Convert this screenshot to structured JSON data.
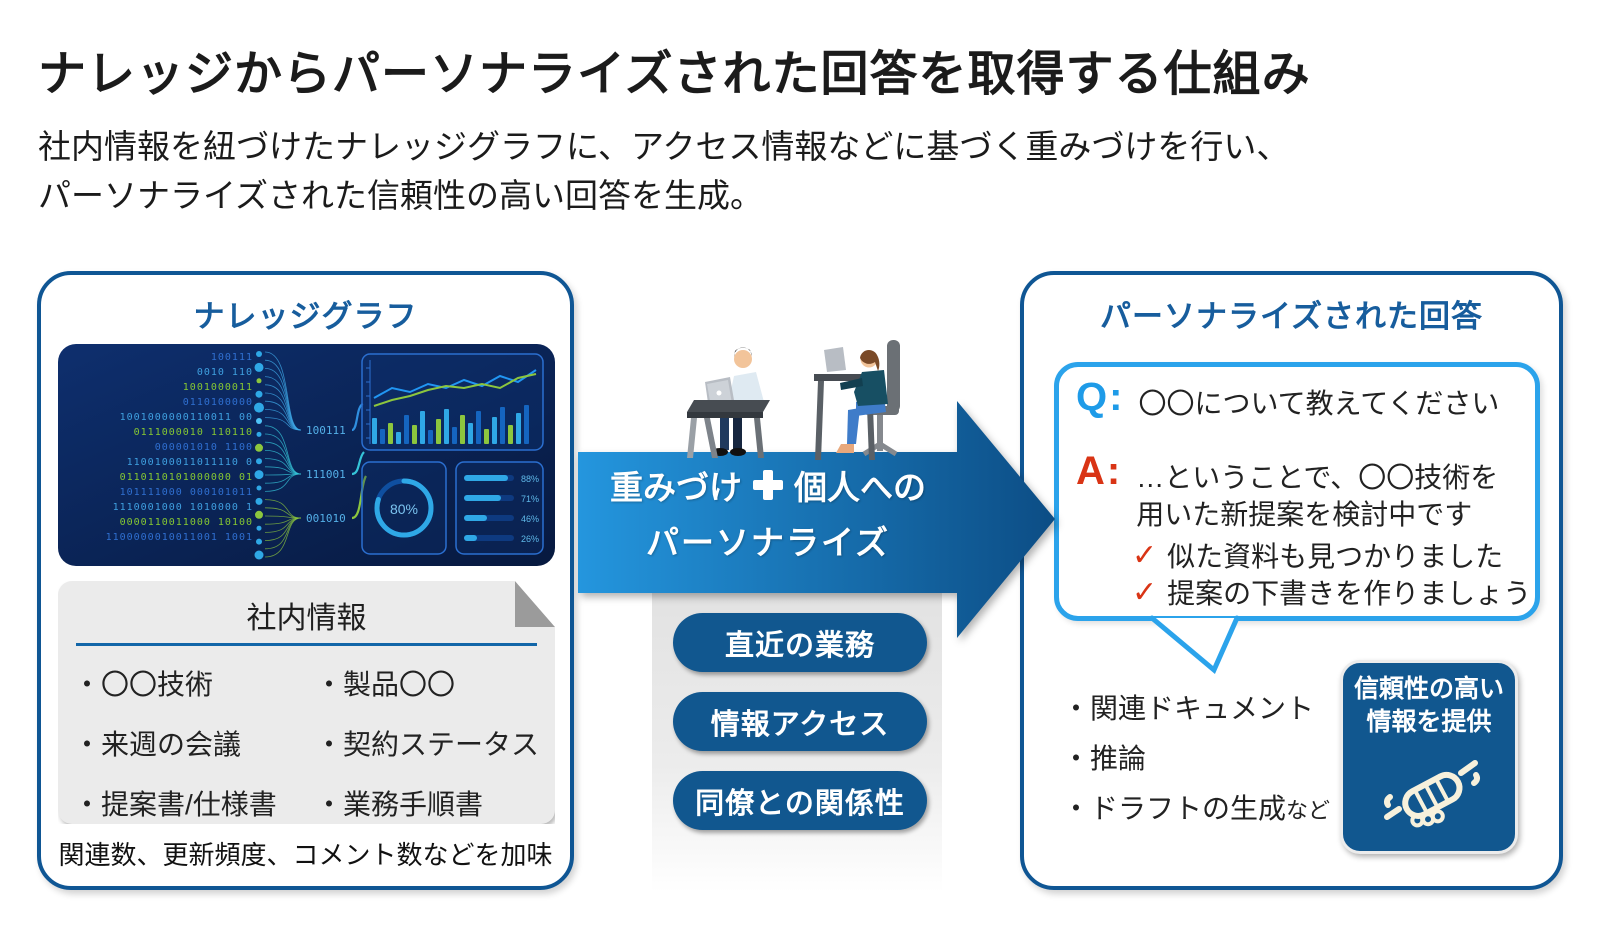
{
  "page": {
    "title": "ナレッジからパーソナライズされた回答を取得する仕組み",
    "subtitle": "社内情報を紐づけたナレッジグラフに、アクセス情報などに基づく重みづけを行い、\nパーソナライズされた信頼性の高い回答を生成。"
  },
  "left_panel": {
    "header": "ナレッジグラフ",
    "image": {
      "binary_rows": [
        "100111",
        "0010 110",
        "1001000011",
        "0110100000",
        "1001000000110011 00",
        "0111000010 110110",
        "000001010 1100",
        "1100100011011110 0",
        "0110110101000000 01",
        "101111000 000101011",
        "1110001000 1010000 1",
        "0000110011000 10100",
        "1100000010011001 1001"
      ],
      "node_labels": [
        "100111",
        "111001",
        "001010"
      ],
      "gauge_percent": "80%",
      "progress_labels": [
        "88%",
        "71%",
        "46%",
        "26%"
      ]
    },
    "doc_box": {
      "title": "社内情報",
      "items": [
        "・〇〇技術",
        "・製品〇〇",
        "・来週の会議",
        "・契約ステータス",
        "・提案書/仕様書",
        "・業務手順書"
      ]
    },
    "note": "関連数、更新頻度、コメント数などを加味"
  },
  "middle": {
    "arrow_label": {
      "part1": "重みづけ",
      "part2": "個人への",
      "line2": "パーソナライズ"
    },
    "buttons": [
      {
        "label": "直近の業務"
      },
      {
        "label": "情報アクセス"
      },
      {
        "label": "同僚との関係性"
      }
    ]
  },
  "right_panel": {
    "header": "パーソナライズされた回答",
    "bubble": {
      "q_label": "Q:",
      "q_text": "〇〇について教えてください",
      "a_label": "A:",
      "a_text": "…ということで、〇〇技術を\n用いた新提案を検討中です",
      "checks": [
        {
          "mark": "✓",
          "text": "似た資料も見つかりました"
        },
        {
          "mark": "✓",
          "text": "提案の下書きを作りましょう"
        }
      ]
    },
    "outputs": [
      {
        "text": "・関連ドキュメント",
        "suffix": ""
      },
      {
        "text": "・推論",
        "suffix": ""
      },
      {
        "text": "・ドラフトの生成",
        "suffix": "など"
      }
    ],
    "trust_box": {
      "line1": "信頼性の高い",
      "line2": "情報を提供"
    }
  },
  "colors": {
    "panel_border": "#0f5694",
    "heading_blue": "#175d9d",
    "button_blue": "#11578f",
    "arrow_gradient_start": "#2496de",
    "arrow_gradient_end": "#0c4d85",
    "bubble_border": "#2ba3eb",
    "q_blue": "#1e9be8",
    "alert_red": "#d93415",
    "doc_box_gray": "#ebebeb",
    "kg_navy": "#0a2458"
  }
}
